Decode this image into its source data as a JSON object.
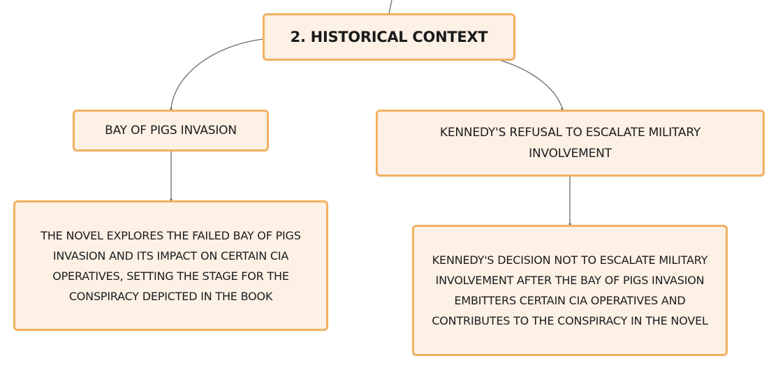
{
  "mindmap": {
    "root": {
      "label": "2. HISTORICAL CONTEXT"
    },
    "branches": [
      {
        "label": "BAY OF PIGS INVASION",
        "detail": "THE NOVEL EXPLORES THE FAILED BAY OF PIGS INVASION AND ITS IMPACT ON CERTAIN CIA OPERATIVES, SETTING THE STAGE FOR THE CONSPIRACY DEPICTED IN THE BOOK"
      },
      {
        "label": "KENNEDY'S REFUSAL TO ESCALATE MILITARY INVOLVEMENT",
        "detail": "KENNEDY'S DECISION NOT TO ESCALATE MILITARY INVOLVEMENT AFTER THE BAY OF PIGS INVASION EMBITTERS CERTAIN CIA OPERATIVES AND CONTRIBUTES TO THE CONSPIRACY IN THE NOVEL"
      }
    ]
  },
  "colors": {
    "node_fill": "#fdf1e6",
    "node_border": "#f2b161",
    "connector": "#6b6b6b",
    "text": "#1b1b1b"
  }
}
